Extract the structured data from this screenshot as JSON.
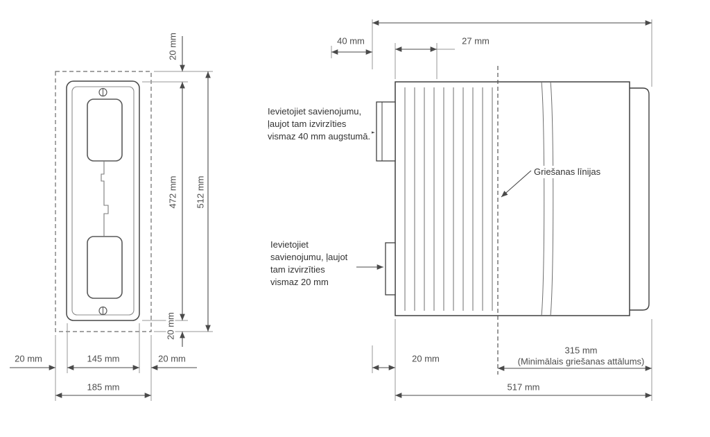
{
  "front_view": {
    "dim_top_margin": "20 mm",
    "dim_inner_height": "472 mm",
    "dim_outer_height": "512 mm",
    "dim_bottom_margin": "20 mm",
    "dim_left_margin": "20 mm",
    "dim_inner_width": "145 mm",
    "dim_right_margin": "20 mm",
    "dim_outer_width": "185 mm"
  },
  "side_view": {
    "dim_connector_top": "40 mm",
    "dim_rib_spacing": "27 mm",
    "dim_connector_bottom": "20 mm",
    "dim_cut_distance": "315 mm",
    "dim_cut_distance_note": "(Minimālais griešanas attālums)",
    "dim_total_length": "517 mm",
    "note_connector_top": "Ievietojiet savienojumu, ļaujot tam izvirzīties vismaz 40 mm augstumā.",
    "note_connector_bottom": "Ievietojiet savienojumu, ļaujot tam izvirzīties vismaz 20 mm",
    "label_cut_lines": "Griešanas līnijas"
  }
}
